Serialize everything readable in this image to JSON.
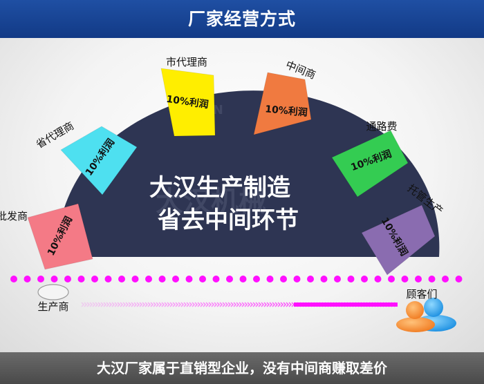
{
  "header": {
    "title": "厂家经营方式"
  },
  "center": {
    "line1": "大汉生产制造",
    "line2": "省去中间环节"
  },
  "cards": [
    {
      "label": "总批发商",
      "profit": "10%利润",
      "color": "#f47a86"
    },
    {
      "label": "省代理商",
      "profit": "10%利润",
      "color": "#4ee0f0"
    },
    {
      "label": "市代理商",
      "profit": "10%利润",
      "color": "#ffee00"
    },
    {
      "label": "中间商",
      "profit": "10%利润",
      "color": "#f07a40"
    },
    {
      "label": "通路费",
      "profit": "10%利润",
      "color": "#34cc52"
    },
    {
      "label": "托管生产",
      "profit": "10%利润",
      "color": "#8a6cb0"
    }
  ],
  "producer": {
    "label": "生产商"
  },
  "customers": {
    "label": "顾客们"
  },
  "footer": {
    "text": "大汉厂家属于直销型企业，没有中间商赚取差价"
  },
  "colors": {
    "header": "#1a4796",
    "dome": "#2e3553",
    "dots": "#ff10ff",
    "arrow": "#ff10ff",
    "footer": "#5a5a5a"
  }
}
